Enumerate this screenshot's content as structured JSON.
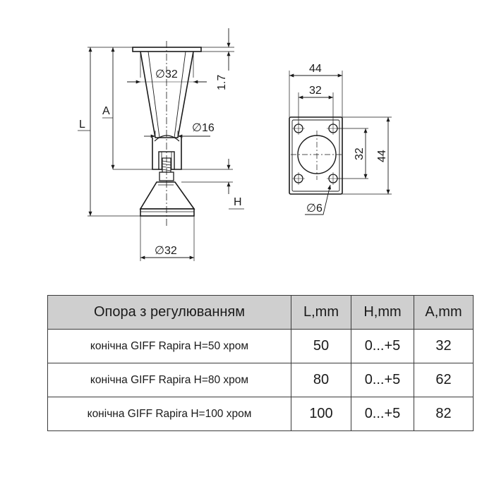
{
  "drawing": {
    "side_view": {
      "dim_top_diameter": "∅32",
      "dim_mid_diameter": "∅16",
      "dim_base_diameter": "∅32",
      "dim_gap": "1.7",
      "label_A": "A",
      "label_L": "L",
      "label_H": "H"
    },
    "plate_view": {
      "dim_outer_width": "44",
      "dim_inner_width": "32",
      "dim_inner_height": "32",
      "dim_outer_height": "44",
      "dim_hole": "∅6"
    }
  },
  "table": {
    "headers": [
      "Опора з регулюванням",
      "L,mm",
      "H,mm",
      "A,mm"
    ],
    "rows": [
      {
        "name": "конічна GIFF Rapira H=50 хром",
        "L": "50",
        "H": "0...+5",
        "A": "32"
      },
      {
        "name": "конічна GIFF Rapira H=80 хром",
        "L": "80",
        "H": "0...+5",
        "A": "62"
      },
      {
        "name": "конічна GIFF Rapira H=100 хром",
        "L": "100",
        "H": "0...+5",
        "A": "82"
      }
    ]
  },
  "colors": {
    "line": "#1a1a1a",
    "header_bg": "#cfcfcf",
    "border": "#3a3a3a"
  }
}
